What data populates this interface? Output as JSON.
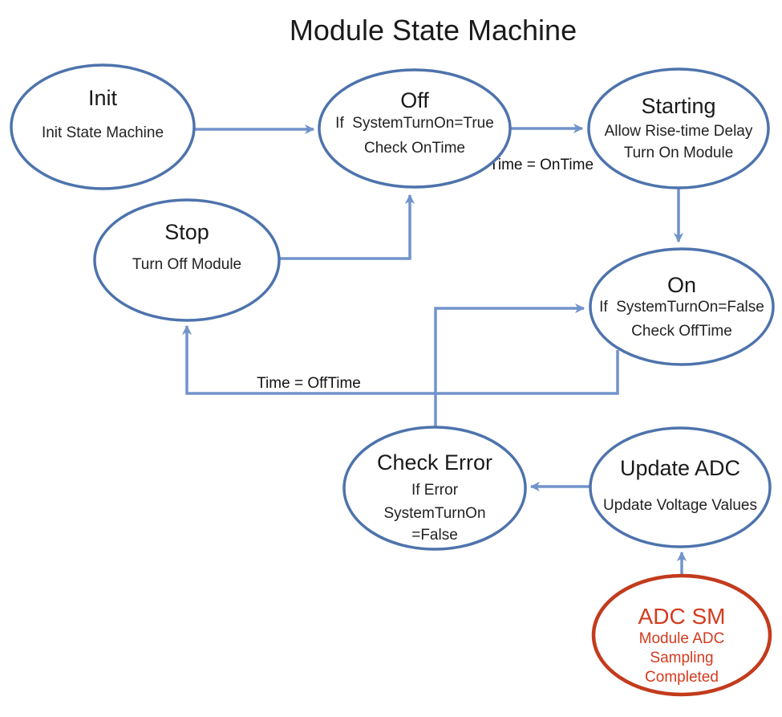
{
  "title": "Module State Machine",
  "colors": {
    "node_stroke_blue": "#4e73ac",
    "edge_blue": "#7293cb",
    "node_stroke_red": "#c33b1d",
    "text_red": "#d43b1e",
    "text_black": "#1a1a1a"
  },
  "nodes": {
    "init": {
      "title": "Init",
      "lines": [
        "Init State Machine"
      ]
    },
    "off": {
      "title": "Off",
      "lines": [
        "If  SystemTurnOn=True",
        "Check OnTime"
      ]
    },
    "starting": {
      "title": "Starting",
      "lines": [
        "Allow Rise-time Delay",
        "Turn On Module"
      ]
    },
    "stop": {
      "title": "Stop",
      "lines": [
        "Turn Off Module"
      ]
    },
    "on": {
      "title": "On",
      "lines": [
        "If  SystemTurnOn=False",
        "Check OffTime"
      ]
    },
    "check_error": {
      "title": "Check Error",
      "lines": [
        "If Error",
        "SystemTurnOn",
        "=False"
      ]
    },
    "update_adc": {
      "title": "Update ADC",
      "lines": [
        "Update Voltage Values"
      ]
    },
    "adc_sm": {
      "title": "ADC SM",
      "lines": [
        "Module ADC",
        "Sampling",
        "Completed"
      ]
    }
  },
  "edge_labels": {
    "on_time": "Time = OnTime",
    "off_time": "Time = OffTime"
  }
}
